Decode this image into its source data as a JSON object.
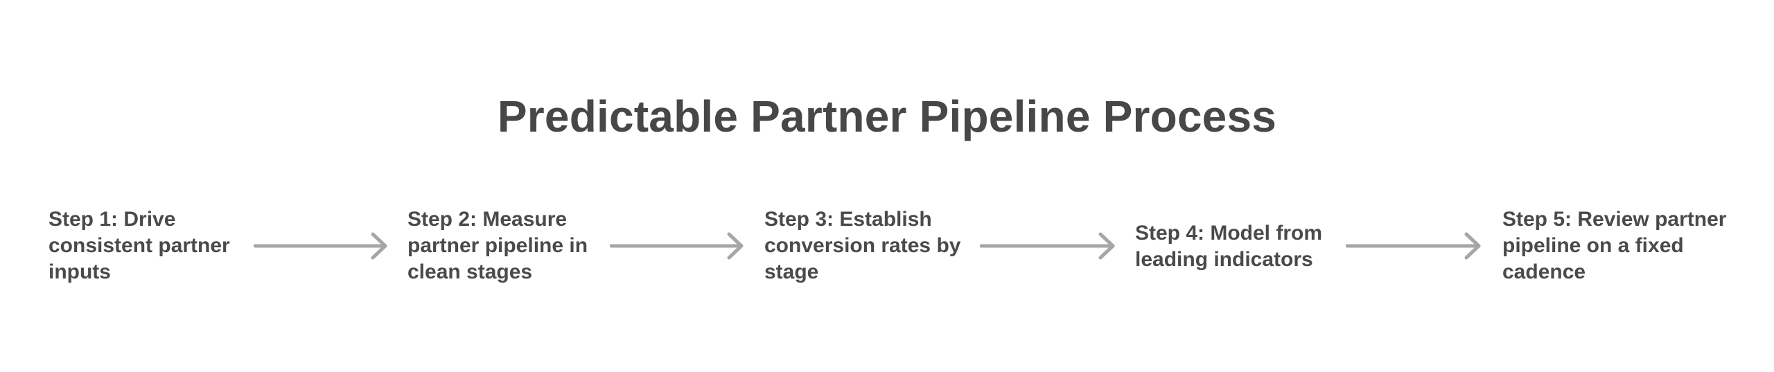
{
  "diagram": {
    "title": "Predictable Partner Pipeline Process",
    "steps": [
      {
        "label": "Step 1: Drive consistent partner inputs"
      },
      {
        "label": "Step 2: Measure partner pipeline in clean stages"
      },
      {
        "label": "Step 3: Establish conversion rates by stage"
      },
      {
        "label": "Step 4: Model from leading indicators"
      },
      {
        "label": "Step 5: Review partner pipeline on a fixed cadence"
      }
    ],
    "colors": {
      "text": "#474747",
      "arrow": "#a6a6a6"
    },
    "connector_icon": "arrow-right-icon"
  }
}
